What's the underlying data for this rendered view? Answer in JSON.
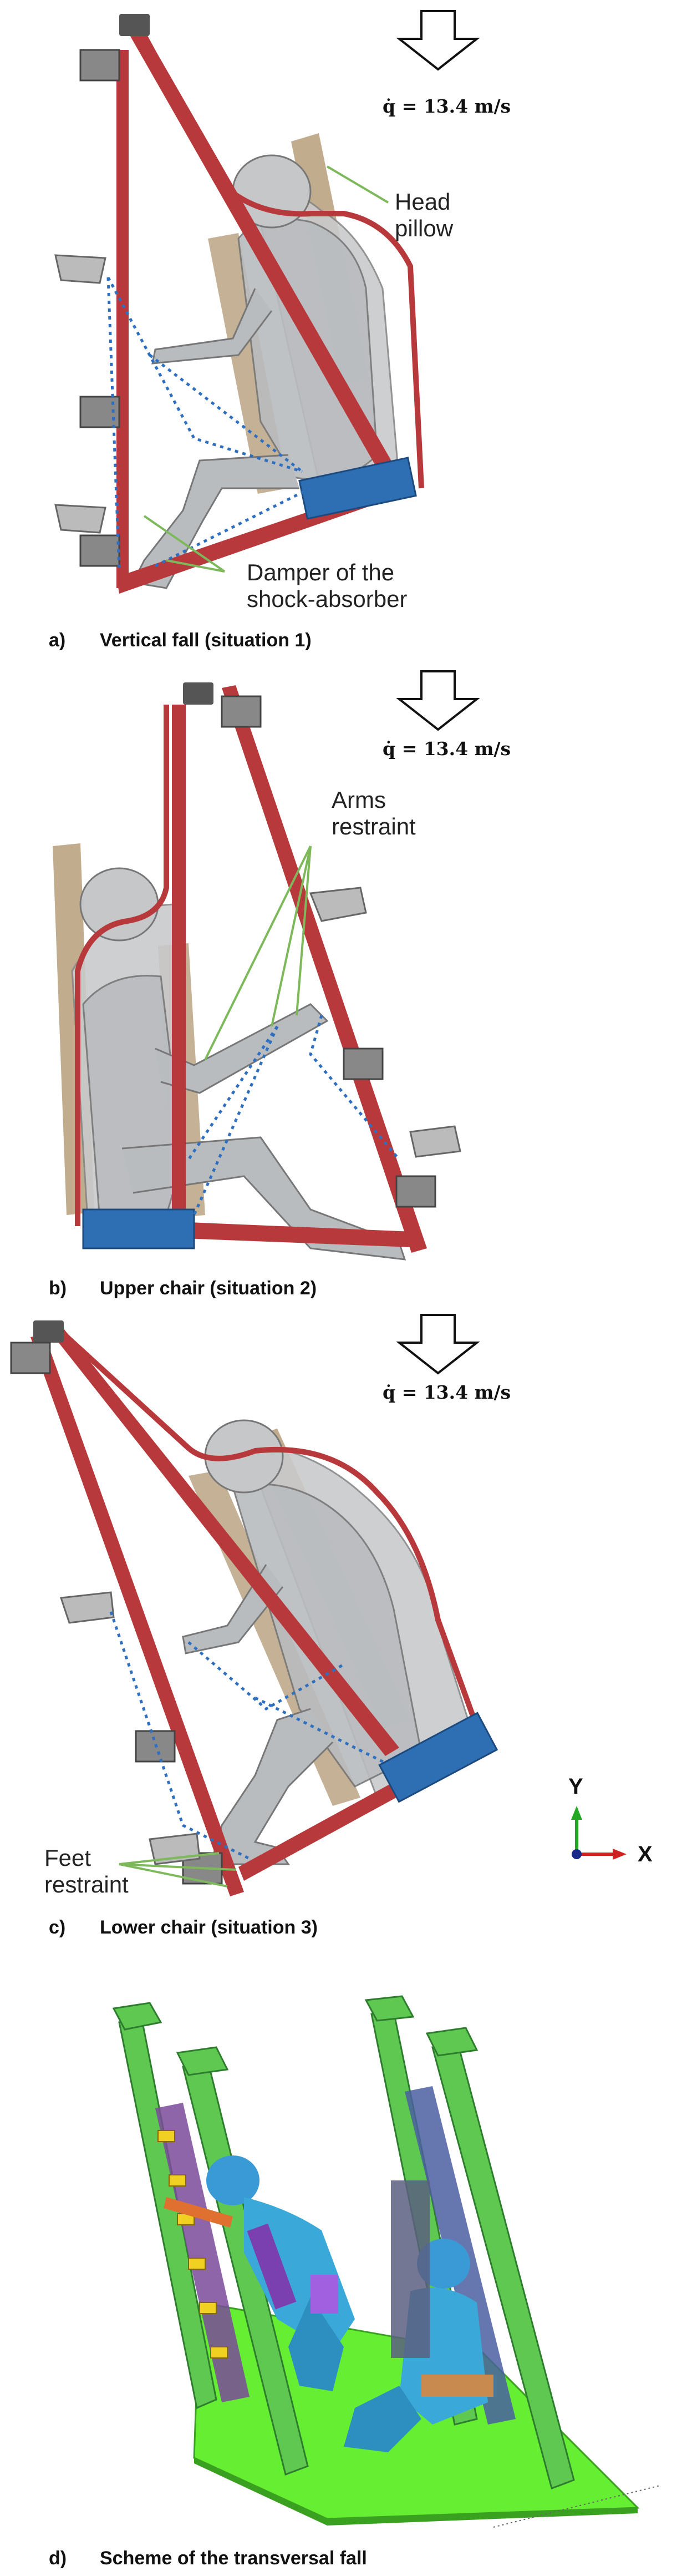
{
  "velocity_label": "q̇ = 13.4 m/s",
  "panels": [
    {
      "letter": "a)",
      "caption": "Vertical fall (situation 1)",
      "annotations": {
        "head_pillow": [
          "Head",
          "pillow"
        ],
        "damper": [
          "Damper of the",
          "shock-absorber"
        ]
      }
    },
    {
      "letter": "b)",
      "caption": "Upper chair (situation 2)",
      "annotations": {
        "arms_restraint": [
          "Arms",
          "restraint"
        ]
      }
    },
    {
      "letter": "c)",
      "caption": "Lower chair (situation 3)",
      "annotations": {
        "feet_restraint": [
          "Feet",
          "restraint"
        ]
      }
    },
    {
      "letter": "d)",
      "caption": "Scheme of the transversal fall",
      "annotations": {}
    }
  ],
  "axes": {
    "y_label": "Y",
    "x_label": "X"
  },
  "colors": {
    "frame_red": "#b8393b",
    "seat_brown": "#b79e7a",
    "damper_blue": "#2d6fb2",
    "dummy_gray": "#b9bcbf",
    "cable_dotted": "#2f6fc0",
    "leader_green": "#7db95a",
    "rig_green": "#5fc850",
    "floor_green": "#66ee33"
  }
}
